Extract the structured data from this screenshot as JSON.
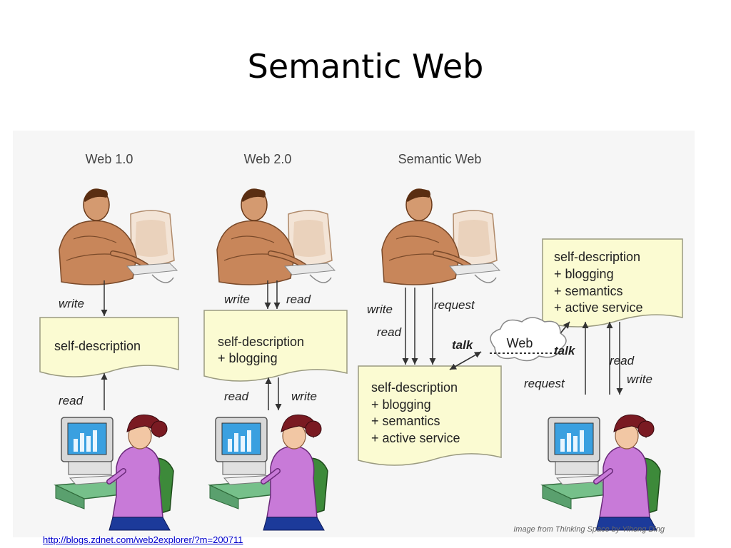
{
  "slide": {
    "title": "Semantic Web",
    "source_link": "http://blogs.zdnet.com/web2explorer/?m=200711"
  },
  "diagram": {
    "columns": {
      "web1": "Web 1.0",
      "web2": "Web 2.0",
      "semantic": "Semantic Web"
    },
    "doc1": [
      "self-description"
    ],
    "doc2": [
      "self-description",
      "+ blogging"
    ],
    "doc3": [
      "self-description",
      "+ blogging",
      "+ semantics",
      "+ active service"
    ],
    "doc4": [
      "self-description",
      "+ blogging",
      "+ semantics",
      "+ active service"
    ],
    "arrow_labels": {
      "w1_write": "write",
      "w1_read": "read",
      "w2_write_top": "write",
      "w2_read_top": "read",
      "w2_read_bottom": "read",
      "w2_write_bottom": "write",
      "sw_write": "write",
      "sw_read": "read",
      "sw_request": "request",
      "talk_left": "talk",
      "talk_right": "talk",
      "r_read": "read",
      "r_write": "write",
      "r_request": "request"
    },
    "cloud_label": "Web",
    "credit": "Image from Thinking Space by Yihong Ding",
    "colors": {
      "doc_fill": "#fbfbd2",
      "doc_stroke": "#9a9a80",
      "panel_bg": "#f6f6f6",
      "arrow": "#333333",
      "shirt": "#c8865a",
      "woman_top": "#c87ad8",
      "hair": "#7a1a22",
      "chair": "#3d8a3a",
      "screen": "#3aa0e0"
    }
  }
}
